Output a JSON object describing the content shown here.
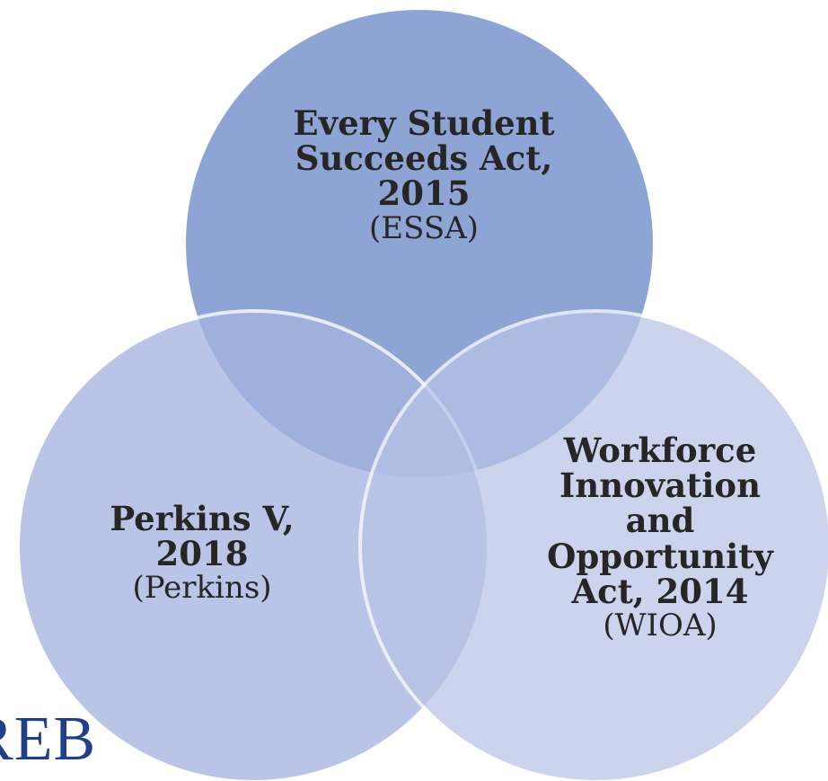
{
  "logo": {
    "text": "REB"
  },
  "circles": [
    {
      "id": "essa",
      "title": "Every Student\nSucceeds Act,\n2015",
      "abbreviation": "(ESSA)",
      "color": "#7f98cf"
    },
    {
      "id": "perkins",
      "title": "Perkins V,\n2018",
      "abbreviation": "(Perkins)",
      "color": "#a6b4df"
    },
    {
      "id": "wioa",
      "title": "Workforce\nInnovation\nand\nOpportunity\nAct, 2014",
      "abbreviation": "(WIOA)",
      "color": "#b9c3e6"
    }
  ],
  "outline_color": "#ffffff"
}
